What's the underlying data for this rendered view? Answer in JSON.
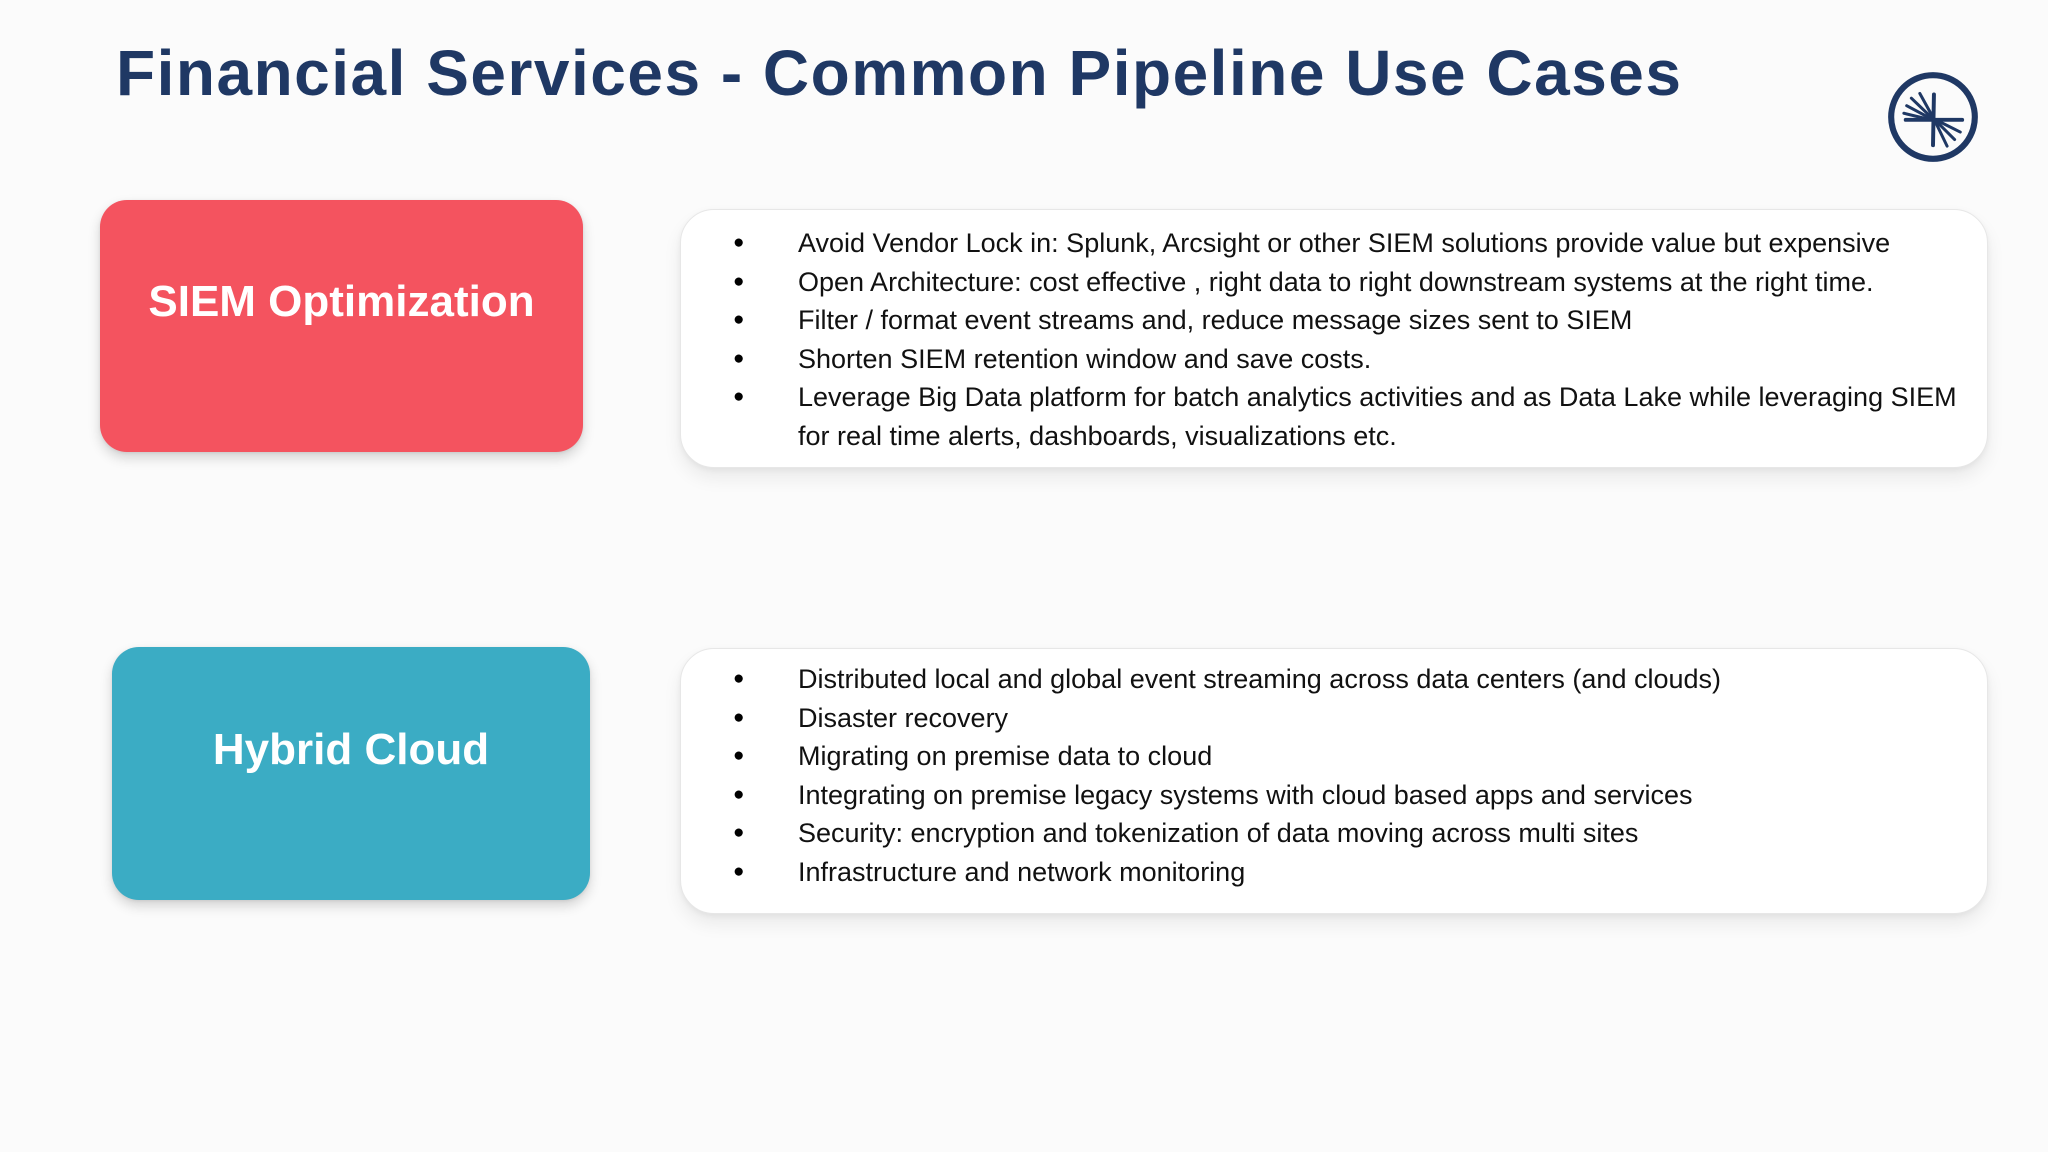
{
  "page": {
    "title": "Financial Services - Common Pipeline Use Cases"
  },
  "logo": {
    "name": "confluent-burst-logo"
  },
  "colors": {
    "title_text": "#1F3864",
    "siem_card": "#F4535F",
    "hybrid_card": "#3BACC4",
    "background": "#FBFBFB",
    "panel_background": "#FFFFFF",
    "panel_border": "#E7E7E7",
    "bullet_text": "#111111"
  },
  "sections": [
    {
      "label": "SIEM Optimization",
      "bullets": [
        "Avoid Vendor Lock in: Splunk, Arcsight or other SIEM solutions provide value but expensive",
        "Open Architecture:  cost effective , right data to right downstream systems at the right time.",
        "Filter / format event streams and, reduce message sizes sent to SIEM",
        "Shorten SIEM retention window and save costs.",
        "Leverage Big Data platform for batch analytics activities and as Data Lake while leveraging SIEM for real time alerts, dashboards, visualizations etc."
      ]
    },
    {
      "label": "Hybrid Cloud",
      "bullets": [
        "Distributed local and global event streaming across data centers (and clouds)",
        "Disaster recovery",
        "Migrating on premise data to cloud",
        "Integrating on premise legacy systems with cloud based apps and services",
        "Security: encryption and tokenization of data moving across multi sites",
        "Infrastructure and network monitoring"
      ]
    }
  ]
}
